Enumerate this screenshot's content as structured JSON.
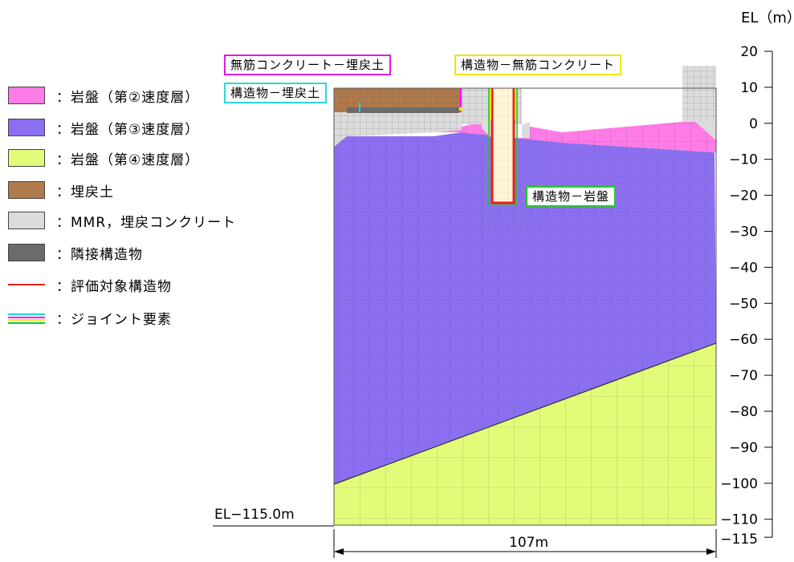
{
  "legend": [
    {
      "label": "：岩盤（第②速度層）",
      "color": "#ff7be6",
      "kind": "box"
    },
    {
      "label": "：岩盤（第③速度層）",
      "color": "#8b6ff0",
      "kind": "box"
    },
    {
      "label": "：岩盤（第④速度層）",
      "color": "#e2fb79",
      "kind": "box"
    },
    {
      "label": "：埋戻土",
      "color": "#b07a4a",
      "kind": "box"
    },
    {
      "label": "：MMR，埋戻コンクリート",
      "color": "#dcdcdc",
      "kind": "box"
    },
    {
      "label": "：隣接構造物",
      "color": "#6b6b6b",
      "kind": "box"
    },
    {
      "label": "：評価対象構造物",
      "color": "#e8201a",
      "kind": "line"
    },
    {
      "label": "：ジョイント要素",
      "colors": [
        "#18d6e0",
        "#ff00ff",
        "#f2e800",
        "#00cc44"
      ],
      "kind": "multiline"
    }
  ],
  "callouts": [
    {
      "label": "無筋コンクリート－埋戻土",
      "border": "#e01adf"
    },
    {
      "label": "構造物－無筋コンクリート",
      "border": "#f5e400"
    },
    {
      "label": "構造物－埋戻土",
      "border": "#2ad8de"
    },
    {
      "label": "構造物－岩盤",
      "border": "#22cc22"
    }
  ],
  "elevation_axis": {
    "title": "EL（m）",
    "ticks": [
      "20",
      "10",
      "0",
      "−10",
      "−20",
      "−30",
      "−40",
      "−50",
      "−60",
      "−70",
      "−80",
      "−90",
      "−100",
      "−110"
    ],
    "bottom_tick": "−115"
  },
  "bottom_label": "EL−115.0m",
  "width_label": "107m",
  "colors": {
    "layer2": "#ff7be6",
    "layer3": "#8b6ff0",
    "layer4": "#e2fb79",
    "backfill_soil": "#b07a4a",
    "concrete": "#dcdcdc",
    "adjacent": "#6b6b6b",
    "structure": "#e8201a",
    "structure_fill": "#fff6d8",
    "mesh": "#5a5a78"
  }
}
